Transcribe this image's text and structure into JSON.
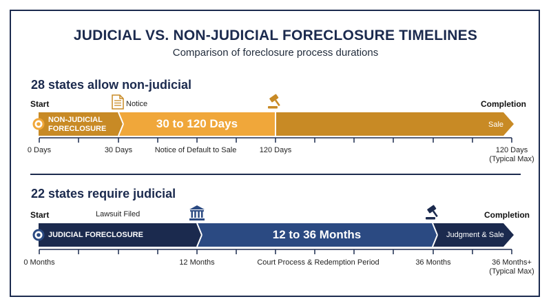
{
  "header": {
    "title": "JUDICIAL VS. NON-JUDICIAL FORECLOSURE TIMELINES",
    "subtitle": "Comparison of foreclosure process durations"
  },
  "colors": {
    "navy": "#1b2a4e",
    "orange_dark": "#c88a25",
    "orange_light": "#f0a73a",
    "navy_mid": "#2b4a82"
  },
  "nonjudicial": {
    "heading": "28 states allow non-judicial",
    "start_label": "Start",
    "completion_label": "Completion",
    "notice_label": "Notice",
    "notice_icon": "document-icon",
    "gavel_icon": "gavel-icon",
    "bar_label_line1": "NON-JUDICIAL",
    "bar_label_line2": "FORECLOSURE",
    "range_label": "30 to 120 Days",
    "end_label": "Sale",
    "ticks": {
      "t0": "0 Days",
      "t30": "30 Days",
      "mid": "Notice of Default to Sale",
      "t120": "120 Days",
      "end_line1": "120 Days",
      "end_line2": "(Typical Max)"
    }
  },
  "judicial": {
    "heading": "22 states require judicial",
    "start_label": "Start",
    "completion_label": "Completion",
    "lawsuit_label": "Lawsuit Filed",
    "courthouse_icon": "courthouse-icon",
    "gavel_icon": "gavel-icon",
    "bar_label": "JUDICIAL FORECLOSURE",
    "range_label": "12 to 36 Months",
    "end_label": "Judgment & Sale",
    "ticks": {
      "t0": "0 Months",
      "t12": "12 Months",
      "mid": "Court Process & Redemption Period",
      "t36": "36 Months",
      "end_line1": "36 Months+",
      "end_line2": "(Typical Max)"
    }
  }
}
